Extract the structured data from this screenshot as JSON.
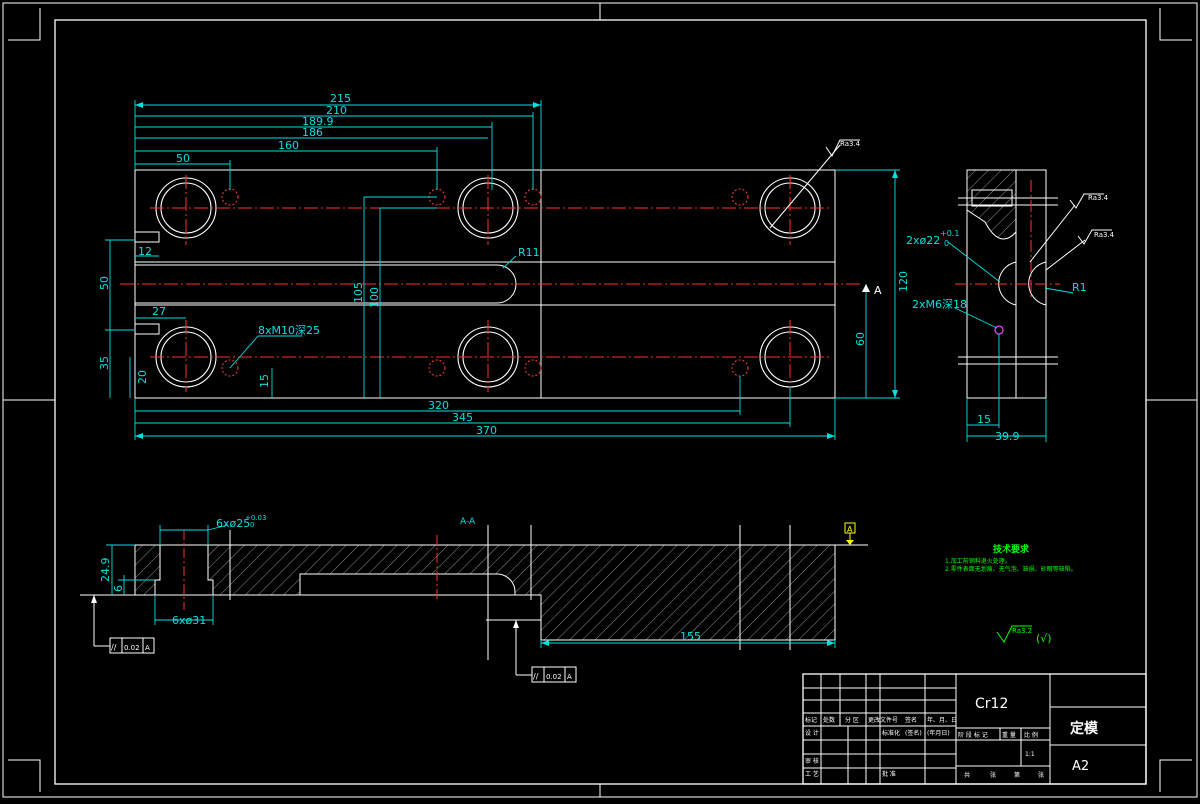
{
  "top_view": {
    "horizontal_dims": [
      "215",
      "210",
      "189.9",
      "186",
      "160",
      "50",
      "320",
      "345",
      "370",
      "27",
      "12"
    ],
    "vertical_dims": [
      "50",
      "35",
      "20",
      "105",
      "100",
      "15",
      "60",
      "120"
    ],
    "labels": {
      "radius": "R11",
      "holes": "8xM10深25",
      "datum": "A",
      "roughness": "Ra3.4"
    }
  },
  "side_view": {
    "bore": "2xø22",
    "tol_upper": "+0.1",
    "tol_lower": "0",
    "thread": "2xM6深18",
    "radius": "R1",
    "dim_15": "15",
    "dim_width": "39.9",
    "roughness_1": "Ra3.4",
    "roughness_2": "Ra3.4"
  },
  "section_view": {
    "title": "A-A",
    "counterbore": "6xø25",
    "cb_tol_upper": "+0.03",
    "cb_tol_lower": "0",
    "through": "6xø31",
    "height": "24.9",
    "step": "6",
    "length": "155",
    "datum": "A",
    "tol_frame_1": {
      "symbol": "//",
      "value": "0.02",
      "datum": "A"
    },
    "tol_frame_2": {
      "symbol": "//",
      "value": "0.02",
      "datum": "A"
    }
  },
  "notes": {
    "heading": "技术要求",
    "line1": "1.加工前钢料退火处理。",
    "line2": "2.零件表面无划痕、无气泡、缺损、砂眼等缺陷。",
    "roughness": "Ra3.2",
    "roughness_suffix": "(√)"
  },
  "title_block": {
    "material": "Cr12",
    "part_name": "定模",
    "drawing_no": "A2",
    "scale": "1:1",
    "rev_headers": [
      "标记",
      "处数",
      "分 区",
      "更改文件号",
      "签名",
      "年、月、日"
    ],
    "role_design": "设 计",
    "role_std": "标准化",
    "role_sig": "(签名)",
    "role_date": "(年月日)",
    "role_check": "审 核",
    "role_process": "工 艺",
    "role_approve": "批 准",
    "stage_headers": [
      "阶 段 标 记",
      "重 量",
      "比 例"
    ],
    "sheet_labels": [
      "共",
      "张",
      "第",
      "张"
    ]
  }
}
